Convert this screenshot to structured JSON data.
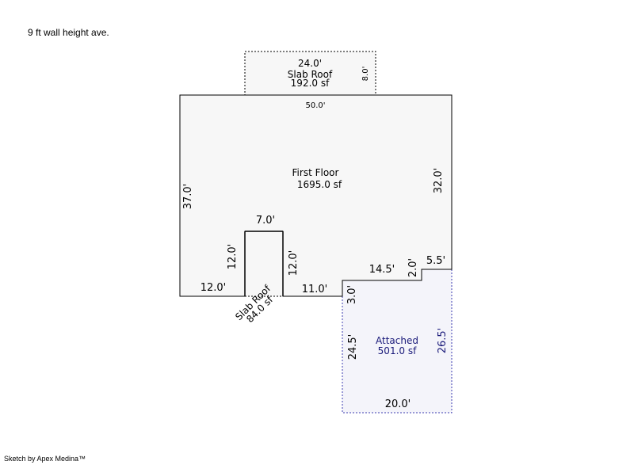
{
  "header": {
    "note": "9 ft wall height ave."
  },
  "footer": {
    "credit": "Sketch by Apex Medina™"
  },
  "areas": {
    "slab_top": {
      "name": "Slab Roof",
      "area": "192.0 sf",
      "width": "24.0'",
      "depth": "8.0'"
    },
    "first_floor": {
      "name": "First Floor",
      "area": "1695.0 sf"
    },
    "slab_small": {
      "name": "Slab Roof",
      "area": "84.0 sf"
    },
    "attached": {
      "name": "Attached",
      "area": "501.0 sf"
    }
  },
  "dimensions": {
    "top": "50.0'",
    "left": "37.0'",
    "right": "32.0'",
    "notch_top": "7.0'",
    "notch_left": "12.0'",
    "notch_right": "12.0'",
    "bottom_left": "12.0'",
    "bottom_mid": "11.0'",
    "step_horiz": "14.5'",
    "step_vert": "2.0'",
    "step_right": "5.5'",
    "attached_left_top": "3.0'",
    "attached_left": "24.5'",
    "attached_right": "26.5'",
    "attached_bottom": "20.0'"
  },
  "colors": {
    "line": "#000000",
    "fill": "#f7f7f7",
    "attached_line": "#3b3bb0",
    "attached_text": "#1a1a7a"
  }
}
